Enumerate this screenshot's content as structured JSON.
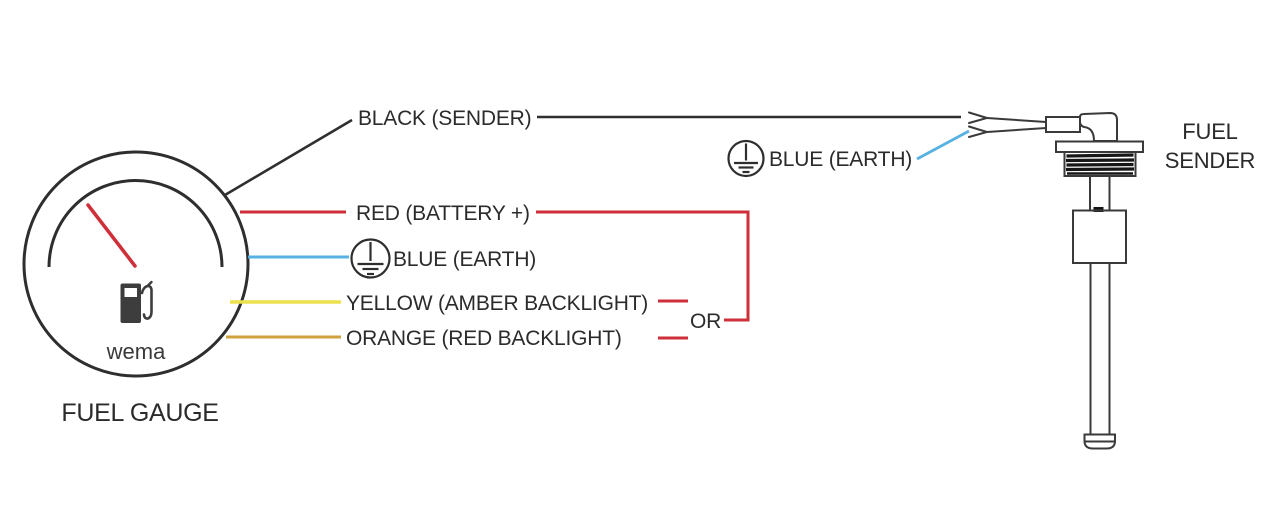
{
  "diagram": {
    "gauge": {
      "brand": "wema",
      "label": "FUEL GAUGE"
    },
    "wires": {
      "sender": {
        "label": "BLACK (SENDER)",
        "color": "#2f2f2f"
      },
      "battery": {
        "label": "RED (BATTERY +)",
        "color": "#ce2f38"
      },
      "earth": {
        "label": "BLUE (EARTH)",
        "color": "#57b1e3"
      },
      "amber_backlight": {
        "label": "YELLOW (AMBER BACKLIGHT)",
        "color": "#ebe24d"
      },
      "red_backlight": {
        "label": "ORANGE (RED BACKLIGHT)",
        "color": "#d0a23e"
      }
    },
    "or_label": "OR",
    "accent_red": "#ce2f38",
    "sender_unit": {
      "label_line1": "FUEL",
      "label_line2": "SENDER",
      "earth_label": "BLUE (EARTH)"
    }
  }
}
